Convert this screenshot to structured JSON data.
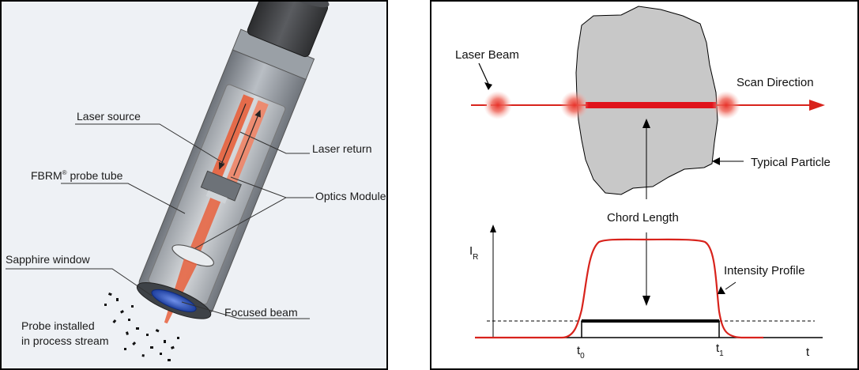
{
  "left": {
    "labels": {
      "laser_source": "Laser source",
      "laser_return": "Laser return",
      "probe_tube_prefix": "FBRM",
      "probe_tube_reg": "®",
      "probe_tube_suffix": " probe tube",
      "optics_module": "Optics Module",
      "sapphire_window": "Sapphire window",
      "focused_beam": "Focused beam",
      "probe_installed_1": "Probe installed",
      "probe_installed_2": "in process stream"
    },
    "colors": {
      "laser": "#e8603c",
      "window": "#2f58c8",
      "tube": "#8a8f96",
      "cap": "#3a3b3d"
    }
  },
  "right": {
    "labels": {
      "laser_beam": "Laser Beam",
      "scan_direction": "Scan Direction",
      "typical_particle": "Typical Particle",
      "chord_length": "Chord Length",
      "intensity_profile": "Intensity Profile",
      "y_axis_main": "I",
      "y_axis_sub": "R",
      "x_axis": "t",
      "t0_main": "t",
      "t0_sub": "0",
      "t1_main": "t",
      "t1_sub": "1"
    },
    "colors": {
      "beam": "#d8231c",
      "particle": "#c8c8c8",
      "axis": "#000000"
    }
  }
}
